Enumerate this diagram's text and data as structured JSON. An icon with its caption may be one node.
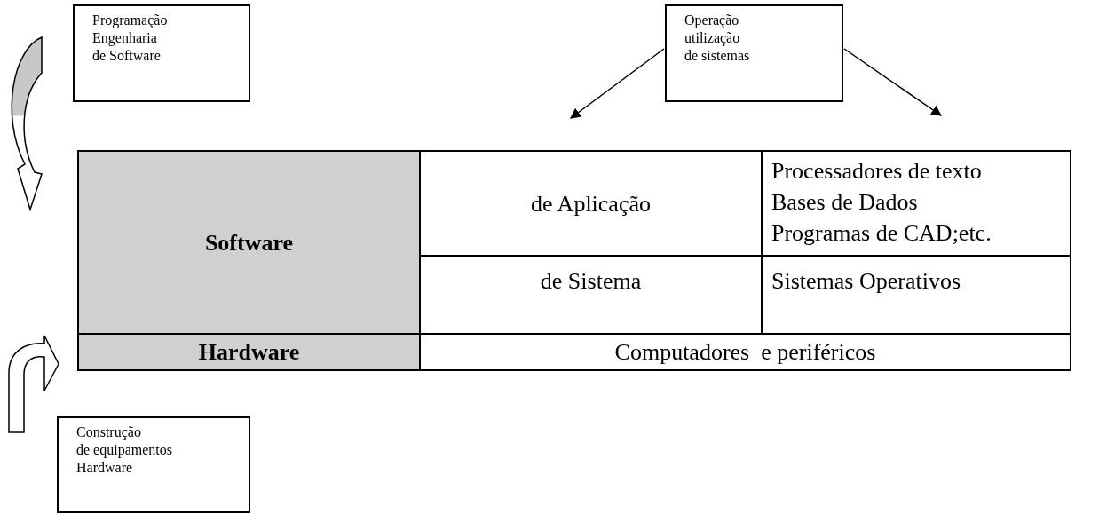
{
  "diagram": {
    "nodes": [
      {
        "text": [
          "Programação",
          "Engenharia",
          "de Software"
        ]
      },
      {
        "text": [
          "Operação",
          "utilização",
          "de sistemas"
        ]
      },
      {
        "text": [
          "Software"
        ]
      },
      {
        "text": [
          "de Aplicação"
        ]
      },
      {
        "text": [
          "Processadores de texto",
          "Bases de Dados",
          "Programas de CAD;etc."
        ]
      },
      {
        "text": [
          "de Sistema"
        ]
      },
      {
        "text": [
          "Sistemas Operativos"
        ]
      },
      {
        "text": [
          "Hardware"
        ]
      },
      {
        "text": [
          "Computadores  e periféricos"
        ]
      },
      {
        "text": [
          "Construção",
          "de equipamentos",
          "Hardware"
        ]
      }
    ],
    "edges": [
      {
        "from": 0,
        "to": 2,
        "arrow": "to"
      },
      {
        "from": 9,
        "to": 7,
        "arrow": "to"
      },
      {
        "from": 1,
        "to": null,
        "arrow": "to"
      },
      {
        "from": 1,
        "to": null,
        "arrow": "to"
      }
    ]
  }
}
